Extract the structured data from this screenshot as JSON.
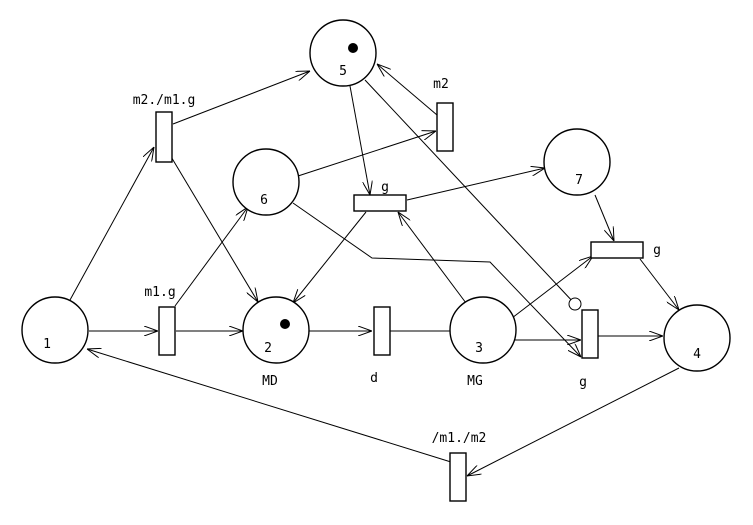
{
  "places": [
    {
      "id": "1",
      "label": "1",
      "caption": "",
      "tokens": 0
    },
    {
      "id": "2",
      "label": "2",
      "caption": "MD",
      "tokens": 1
    },
    {
      "id": "3",
      "label": "3",
      "caption": "MG",
      "tokens": 0
    },
    {
      "id": "4",
      "label": "4",
      "caption": "",
      "tokens": 0
    },
    {
      "id": "5",
      "label": "5",
      "caption": "",
      "tokens": 1
    },
    {
      "id": "6",
      "label": "6",
      "caption": "",
      "tokens": 0
    },
    {
      "id": "7",
      "label": "7",
      "caption": "",
      "tokens": 0
    }
  ],
  "transitions": [
    {
      "id": "t_m2m1g",
      "label": "m2./m1.g"
    },
    {
      "id": "t_m1g",
      "label": "m1.g"
    },
    {
      "id": "t_m2",
      "label": "m2"
    },
    {
      "id": "t_g_top",
      "label": "g"
    },
    {
      "id": "t_d",
      "label": "d"
    },
    {
      "id": "t_g_right",
      "label": "g"
    },
    {
      "id": "t_g_bottom",
      "label": "g"
    },
    {
      "id": "t_m1m2",
      "label": "/m1./m2"
    }
  ],
  "arcs": [
    {
      "from": "1",
      "to": "t_m2m1g",
      "kind": "normal"
    },
    {
      "from": "1",
      "to": "t_m1g",
      "kind": "normal"
    },
    {
      "from": "t_m2m1g",
      "to": "5",
      "kind": "normal"
    },
    {
      "from": "t_m2m1g",
      "to": "2",
      "kind": "normal"
    },
    {
      "from": "t_m1g",
      "to": "6",
      "kind": "normal"
    },
    {
      "from": "t_m1g",
      "to": "2",
      "kind": "normal"
    },
    {
      "from": "6",
      "to": "t_m2",
      "kind": "normal"
    },
    {
      "from": "t_m2",
      "to": "5",
      "kind": "normal"
    },
    {
      "from": "5",
      "to": "t_g_top",
      "kind": "normal"
    },
    {
      "from": "t_g_top",
      "to": "7",
      "kind": "normal"
    },
    {
      "from": "t_g_top",
      "to": "2",
      "kind": "normal"
    },
    {
      "from": "3",
      "to": "t_g_top",
      "kind": "normal"
    },
    {
      "from": "2",
      "to": "t_d",
      "kind": "normal"
    },
    {
      "from": "t_d",
      "to": "3",
      "kind": "line"
    },
    {
      "from": "7",
      "to": "t_g_right",
      "kind": "normal"
    },
    {
      "from": "t_g_right",
      "to": "4",
      "kind": "normal"
    },
    {
      "from": "3",
      "to": "t_g_right",
      "kind": "normal"
    },
    {
      "from": "3",
      "to": "t_g_bottom",
      "kind": "normal"
    },
    {
      "from": "6",
      "to": "t_g_bottom",
      "kind": "normal"
    },
    {
      "from": "5",
      "to": "t_g_bottom",
      "kind": "inhibitor"
    },
    {
      "from": "t_g_bottom",
      "to": "4",
      "kind": "normal"
    },
    {
      "from": "4",
      "to": "t_m1m2",
      "kind": "normal"
    },
    {
      "from": "t_m1m2",
      "to": "1",
      "kind": "normal"
    }
  ]
}
